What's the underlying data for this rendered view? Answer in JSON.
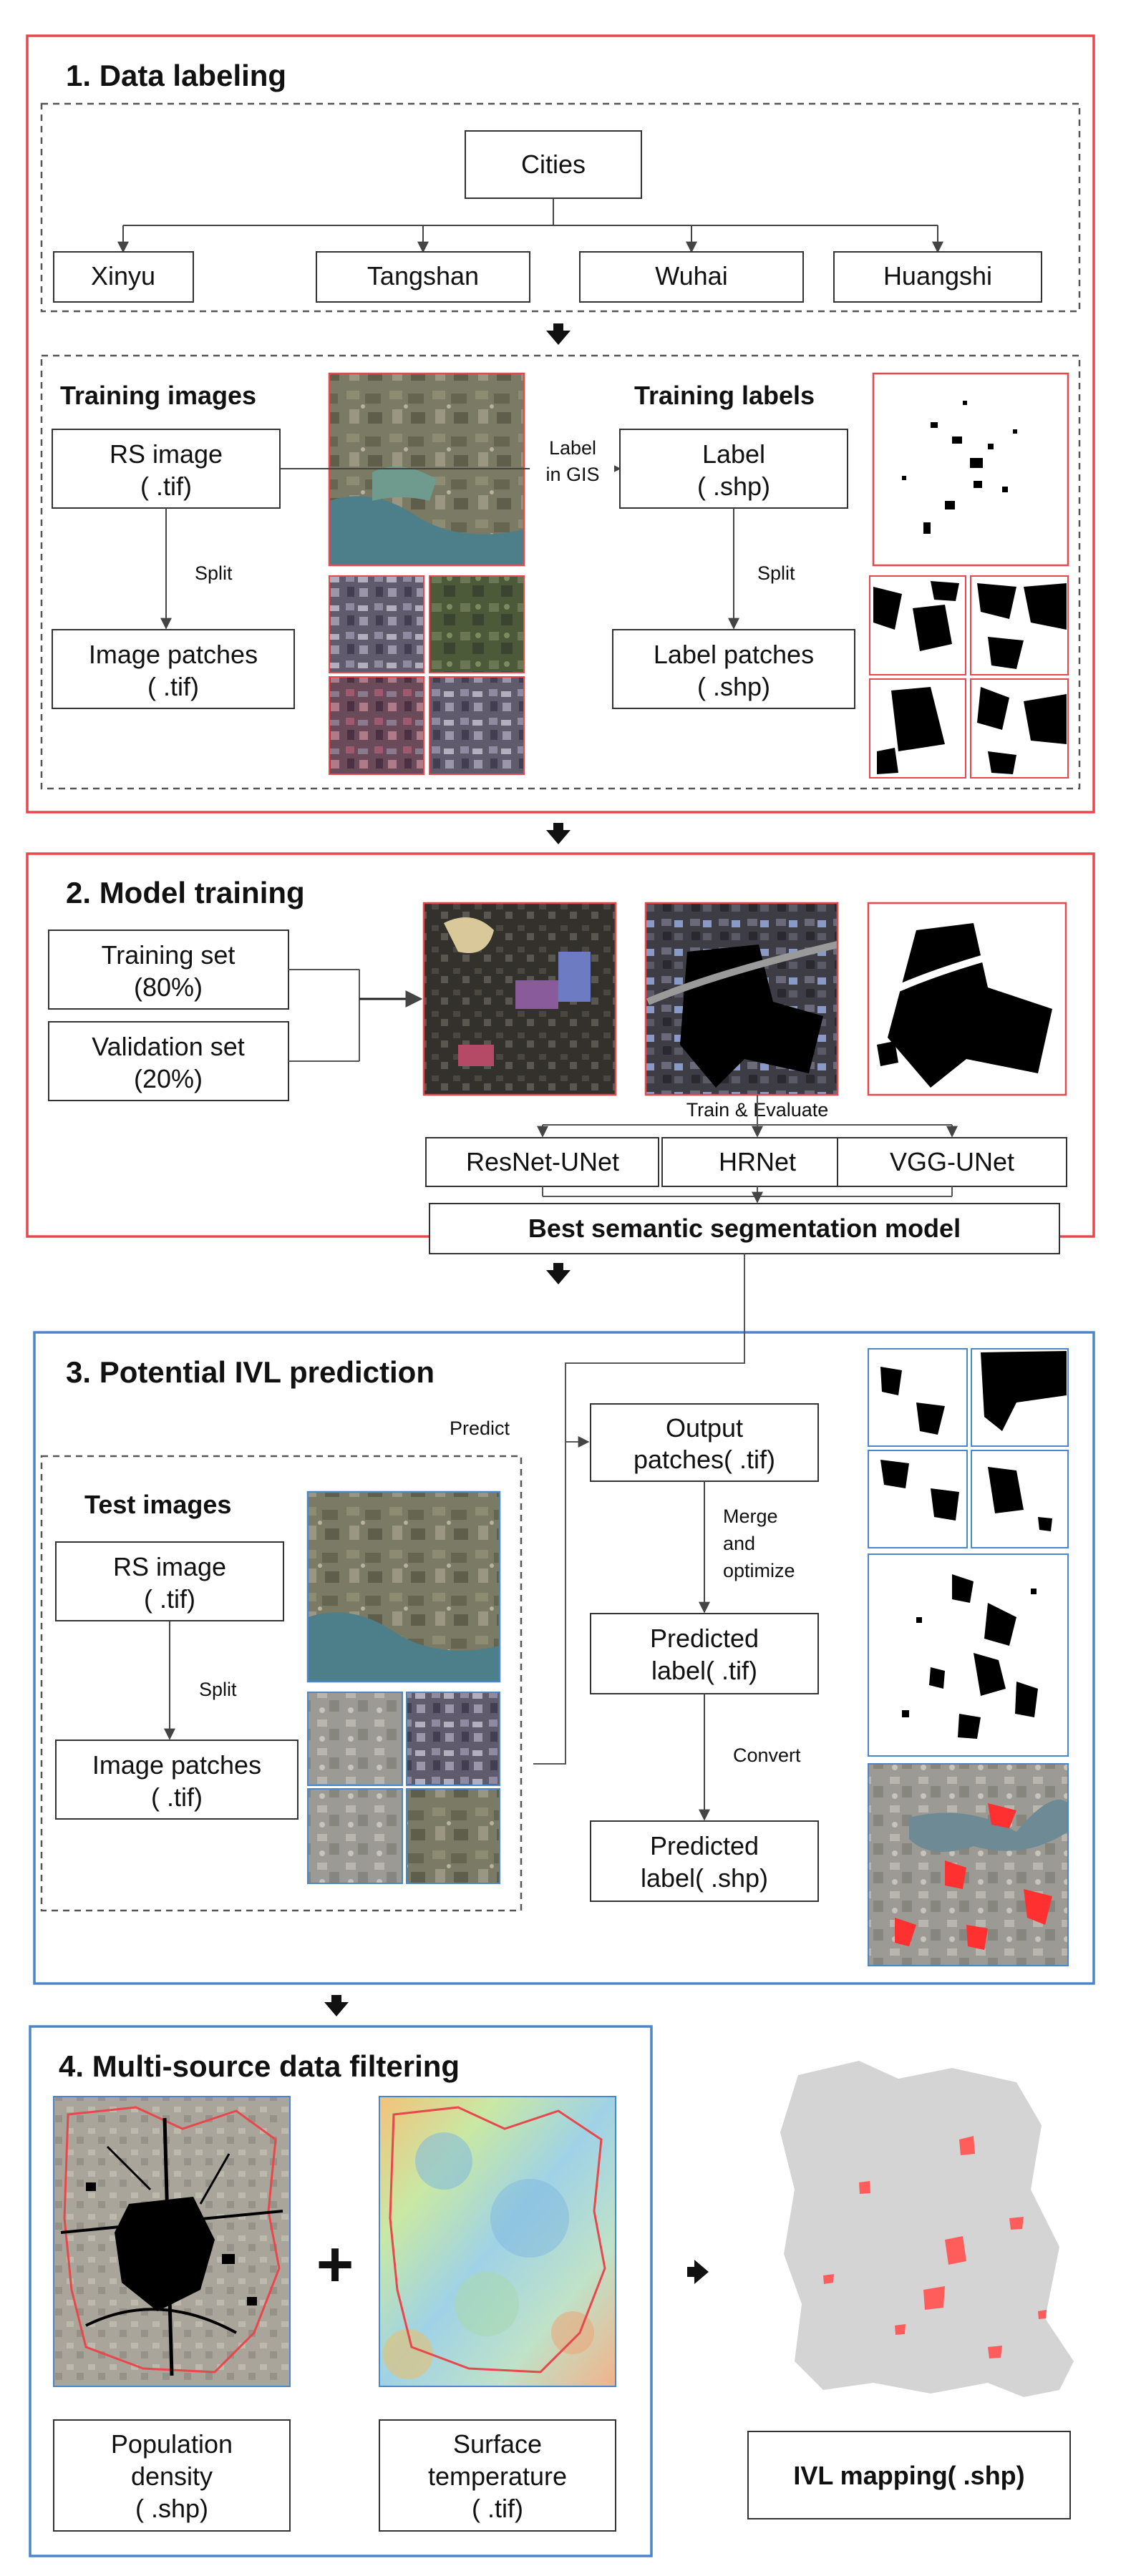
{
  "section1": {
    "title": "1. Data labeling",
    "cities_label": "Cities",
    "cities": [
      "Xinyu",
      "Tangshan",
      "Wuhai",
      "Huangshi"
    ],
    "training_images_title": "Training images",
    "training_labels_title": "Training labels",
    "rs_image": [
      "RS image",
      "( .tif)"
    ],
    "label": [
      "Label",
      "( .shp)"
    ],
    "image_patches": [
      "Image patches",
      "( .tif)"
    ],
    "label_patches": [
      "Label patches",
      "( .shp)"
    ],
    "label_in_gis": [
      "Label",
      "in GIS"
    ],
    "split_left": "Split",
    "split_right": "Split"
  },
  "section2": {
    "title": "2. Model training",
    "training_set": [
      "Training set",
      "(80%)"
    ],
    "validation_set": [
      "Validation set",
      "(20%)"
    ],
    "train_evaluate": "Train & Evaluate",
    "models": [
      "ResNet-UNet",
      "HRNet",
      "VGG-UNet"
    ],
    "best_model": "Best semantic segmentation model"
  },
  "section3": {
    "title": "3. Potential IVL prediction",
    "predict": "Predict",
    "test_images_title": "Test images",
    "rs_image": [
      "RS image",
      "( .tif)"
    ],
    "split": "Split",
    "image_patches": [
      "Image patches",
      "( .tif)"
    ],
    "output_patches": [
      "Output",
      "patches( .tif)"
    ],
    "merge_optimize": [
      "Merge",
      "and",
      "optimize"
    ],
    "predicted_tif": [
      "Predicted",
      "label( .tif)"
    ],
    "convert": "Convert",
    "predicted_shp": [
      "Predicted",
      "label( .shp)"
    ]
  },
  "section4": {
    "title": "4. Multi-source data filtering",
    "plus": "+",
    "population": [
      "Population",
      "density",
      "( .shp)"
    ],
    "temperature": [
      "Surface",
      "temperature",
      "( .tif)"
    ],
    "ivl_mapping": "IVL mapping( .shp)"
  },
  "colors": {
    "red_frame": "#e8474b",
    "blue_frame": "#4a86c8",
    "dashed": "#555555",
    "imagery_earth": "#6b6a55",
    "water": "#4d7f8a",
    "mask_black": "#000000",
    "map_gray": "#d4d4d4",
    "map_highlight": "#ff5c5c"
  }
}
